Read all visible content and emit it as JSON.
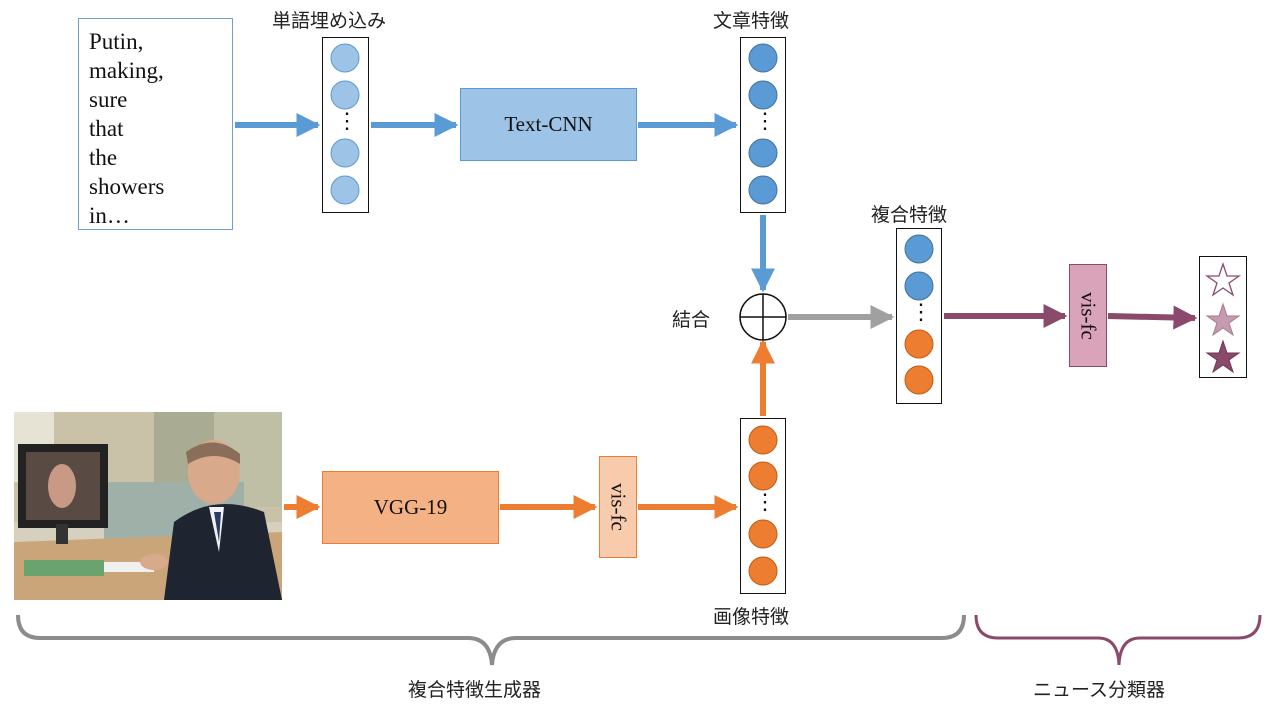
{
  "input_text": [
    "Putin,",
    "making,",
    "sure",
    "that",
    "the",
    "showers",
    "in…"
  ],
  "labels": {
    "word_embedding": "単語埋め込み",
    "sentence_feature": "文章特徴",
    "combined_feature": "複合特徴",
    "concat": "結合",
    "image_feature": "画像特徴",
    "generator": "複合特徴生成器",
    "classifier": "ニュース分類器"
  },
  "modules": {
    "text_cnn": "Text-CNN",
    "vgg": "VGG-19",
    "vis_fc_image": "vis-fc",
    "vis_fc_classifier": "vis-fc"
  },
  "dots": "⋮",
  "colors": {
    "text_path": "#5b9bd5",
    "image_path": "#ed7d31",
    "combined_path": "#a0a0a0",
    "classifier_path": "#8b4a6b"
  },
  "photo": {
    "description_icon": "photo-icon"
  }
}
